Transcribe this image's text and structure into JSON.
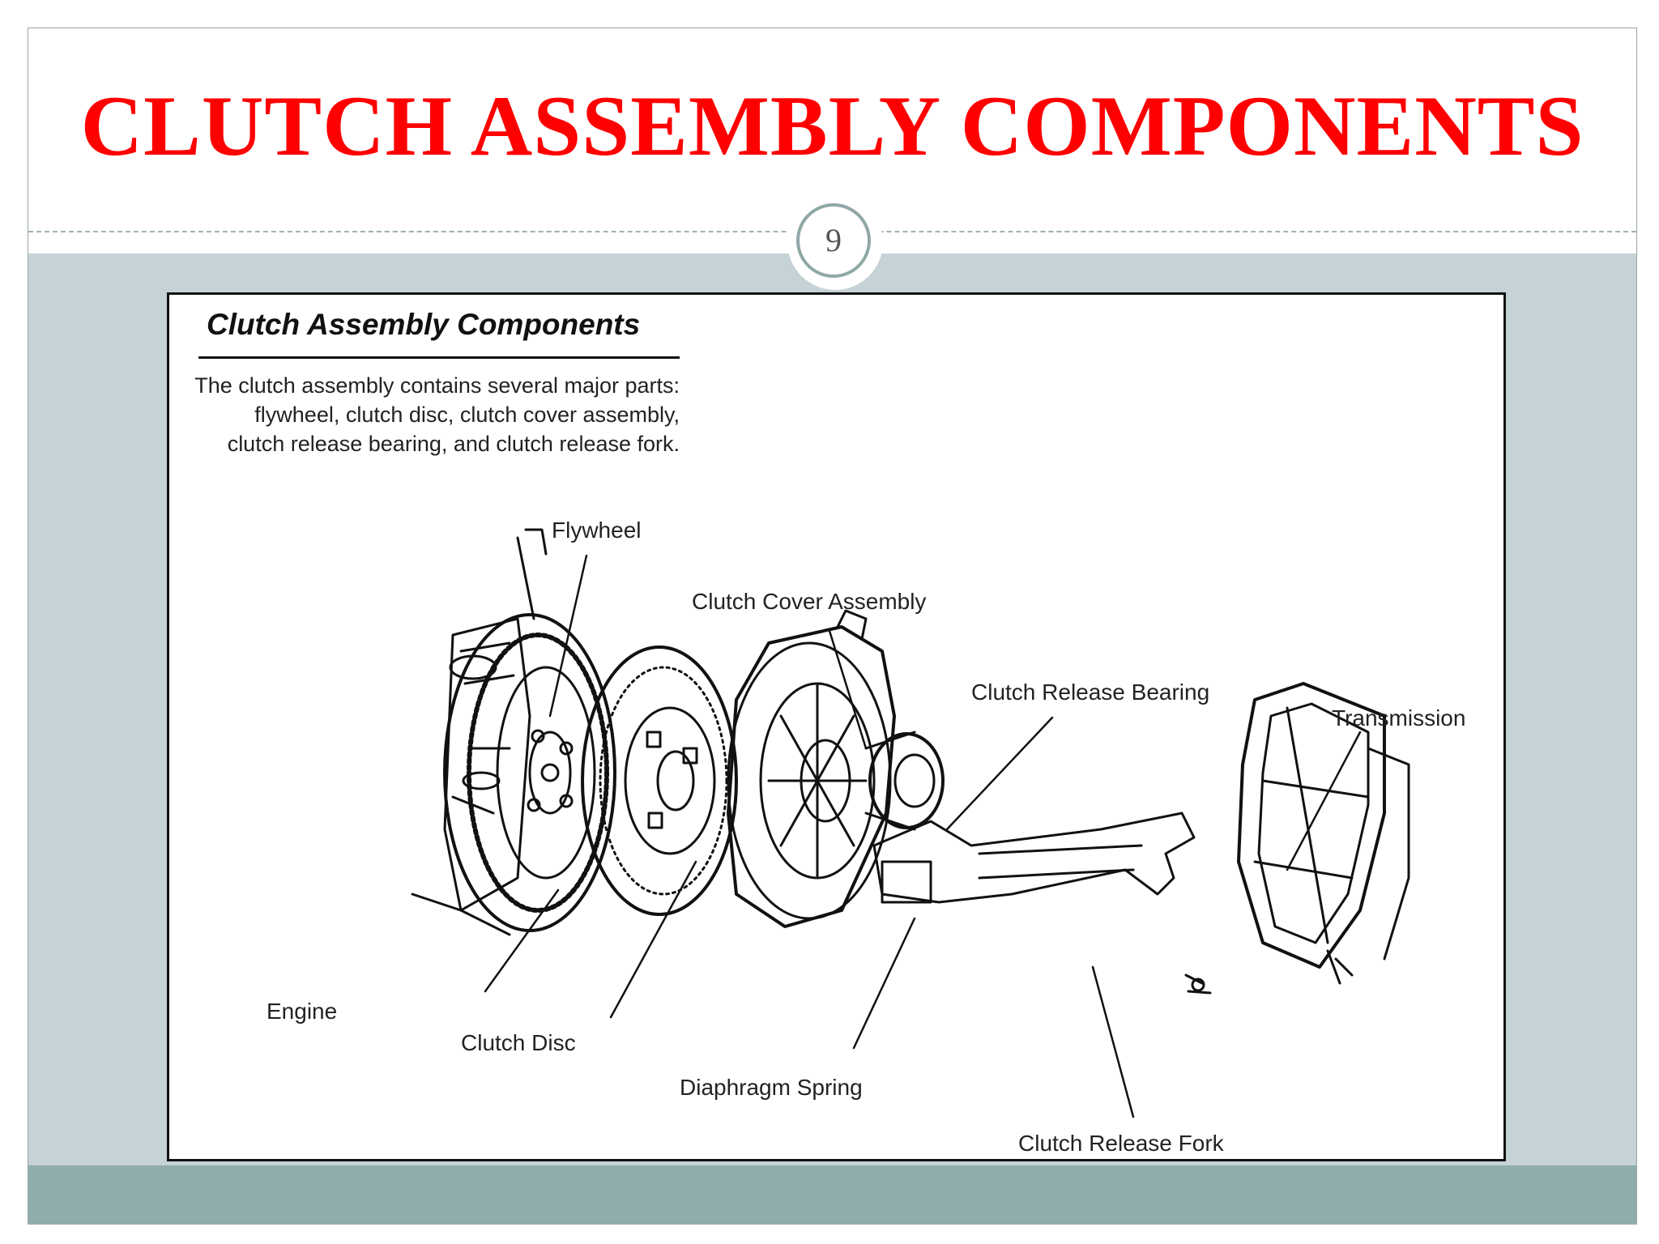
{
  "slide": {
    "title": "CLUTCH ASSEMBLY COMPONENTS",
    "page_number": "9"
  },
  "figure": {
    "heading": "Clutch Assembly Components",
    "description": "The clutch assembly contains several major parts: flywheel, clutch disc, clutch cover assembly, clutch release bearing, and clutch release fork.",
    "labels": {
      "flywheel": "Flywheel",
      "clutch_cover_assembly": "Clutch Cover Assembly",
      "clutch_release_bearing": "Clutch Release Bearing",
      "transmission": "Transmission",
      "engine": "Engine",
      "clutch_disc": "Clutch Disc",
      "diaphragm_spring": "Diaphragm Spring",
      "clutch_release_fork": "Clutch Release Fork"
    }
  }
}
